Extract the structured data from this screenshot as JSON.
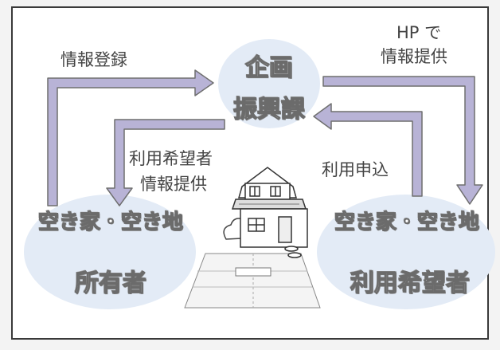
{
  "nodes": {
    "planning_dept": {
      "line1": "企画",
      "line2": "振興課"
    },
    "owner": {
      "line1": "空き家・空き地",
      "line2": "所有者"
    },
    "applicant": {
      "line1": "空き家・空き地",
      "line2": "利用希望者"
    }
  },
  "flows": {
    "info_registration": "情報登録",
    "hp_info": {
      "line1": "HP で",
      "line2": "情報提供"
    },
    "applicant_info": {
      "line1": "利用希望者",
      "line2": "情報提供"
    },
    "application": "利用申込"
  },
  "colors": {
    "circle_fill": "#e3ebf6",
    "arrow_fill": "#b8b3d6",
    "arrow_stroke": "#6f6f6f",
    "frame_border": "#3a3a3a"
  },
  "illustration": "house-icon"
}
